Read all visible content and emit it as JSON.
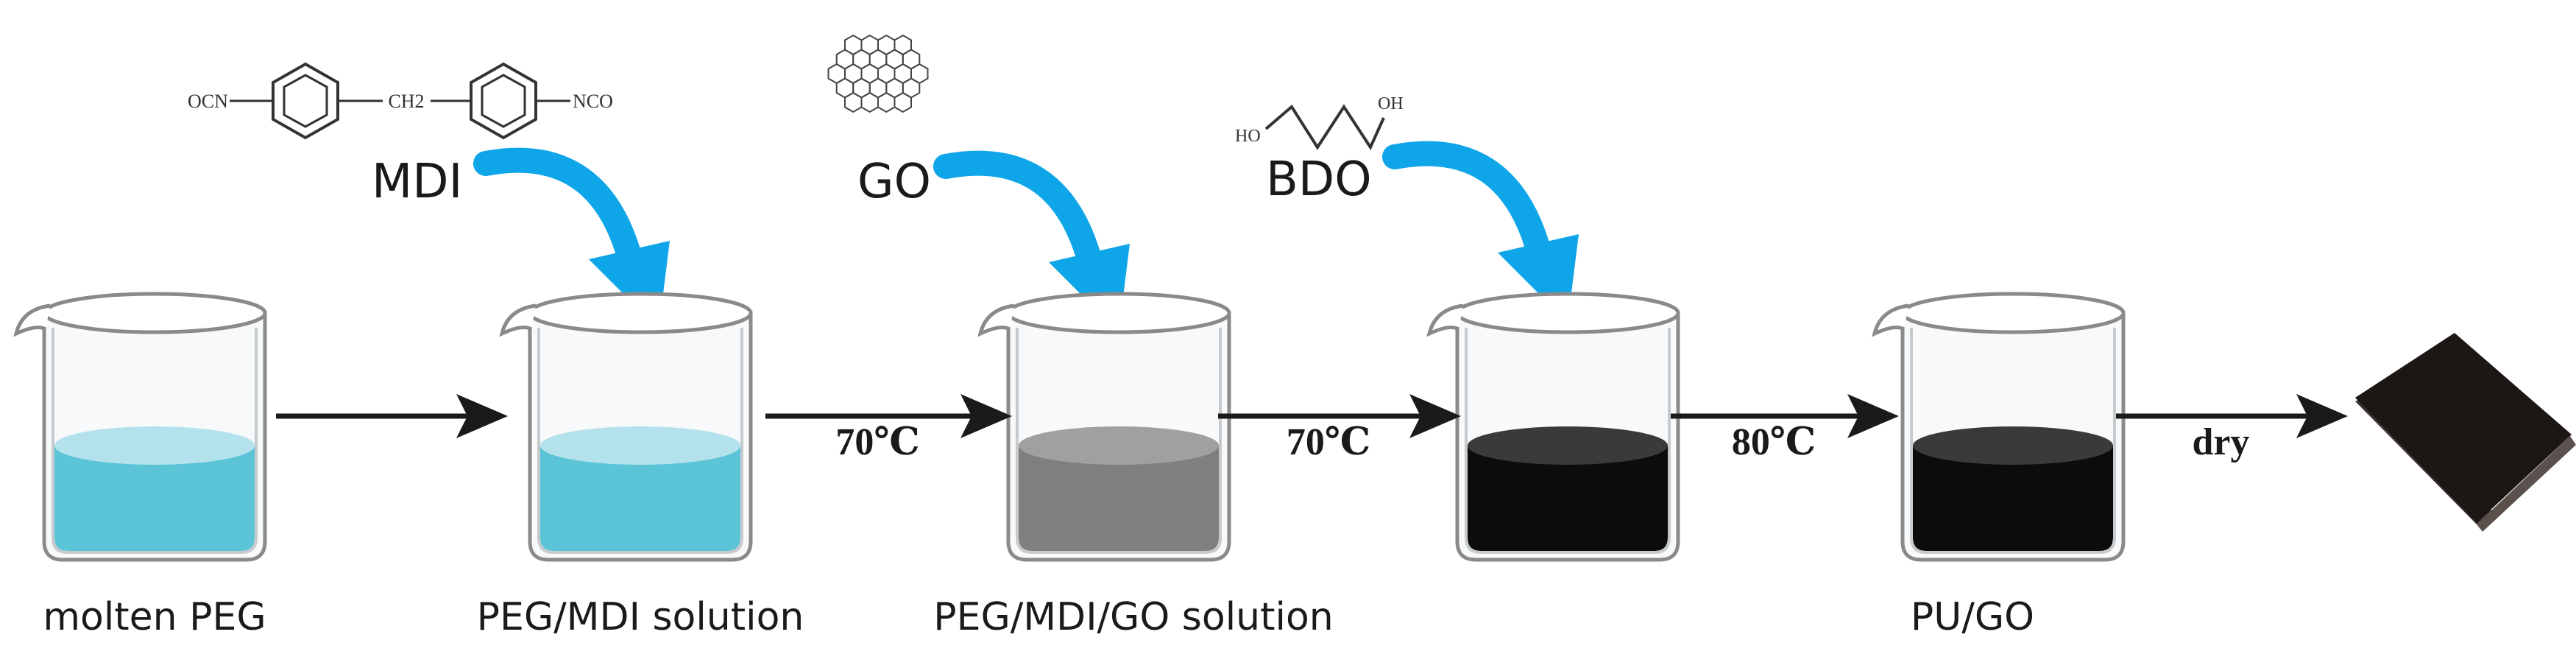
{
  "chemicals": {
    "mdi": {
      "label": "MDI",
      "left_group": "OCN",
      "bridge": "CH2",
      "right_group": "NCO"
    },
    "go": {
      "label": "GO"
    },
    "bdo": {
      "label": "BDO",
      "left_group": "HO",
      "right_group": "OH"
    }
  },
  "beakers": [
    {
      "label": "molten PEG",
      "liquid": "#5bc4d7",
      "liquid_top": "#b4e2ec"
    },
    {
      "label": "PEG/MDI solution",
      "liquid": "#5bc4d7",
      "liquid_top": "#b4e2ec"
    },
    {
      "label": "PEG/MDI/GO solution",
      "liquid": "#7f7f7f",
      "liquid_top": "#a0a0a0"
    },
    {
      "label": "",
      "liquid": "#0c0c0c",
      "liquid_top": "#3a3a3a"
    },
    {
      "label": "PU/GO",
      "liquid": "#0c0c0c",
      "liquid_top": "#3a3a3a"
    }
  ],
  "steps": [
    {
      "label": ""
    },
    {
      "label": "70℃"
    },
    {
      "label": "70℃"
    },
    {
      "label": "80℃"
    },
    {
      "label": "dry"
    }
  ],
  "colors": {
    "addition_arrow": "#0ea5e9",
    "process_arrow": "#1a1a1a",
    "product_sheet": "#1c1614"
  }
}
